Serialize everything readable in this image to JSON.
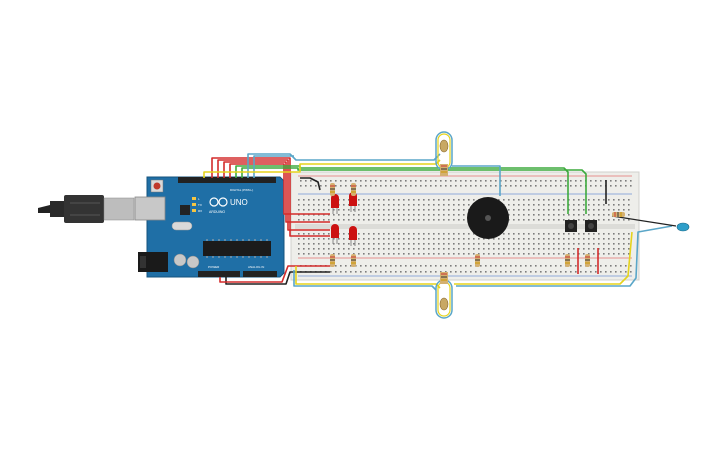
{
  "board": {
    "brand": "ARDUINO",
    "model": "UNO",
    "digital_label": "DIGITAL (PWM~)",
    "power_label": "POWER",
    "analog_label": "ANALOG IN",
    "on_label": "ON",
    "tx_label": "TX",
    "rx_label": "RX",
    "l_label": "L"
  },
  "colors": {
    "board": "#1f6fa6",
    "breadboard": "#eeeeea",
    "wire_red": "#d42b2b",
    "wire_green": "#3daa3d",
    "wire_yellow": "#e5d31c",
    "wire_blue": "#5aa6c8",
    "wire_black": "#222222",
    "led_red": "#cc1111",
    "buzzer": "#1a1a1a"
  },
  "components": {
    "leds": 4,
    "resistors": 9,
    "push_buttons": 2,
    "photoresistors": 2,
    "buzzers": 1,
    "temperature_probe": 1
  }
}
